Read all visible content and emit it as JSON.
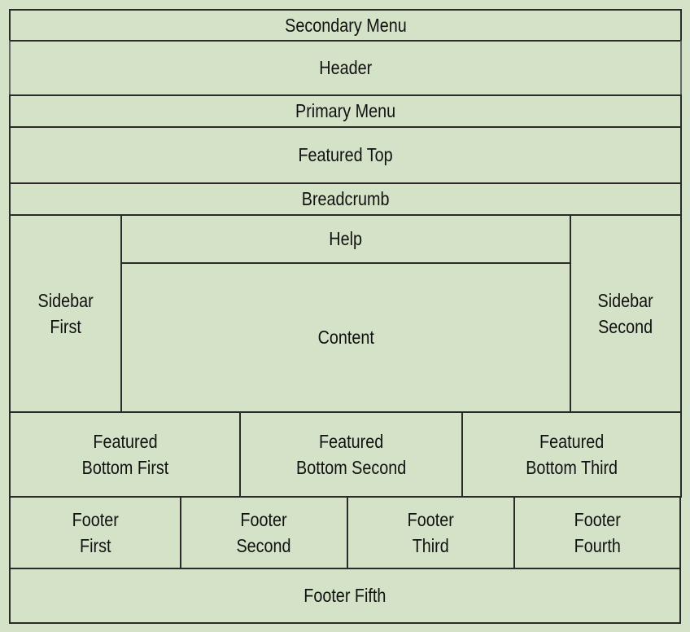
{
  "diagram": {
    "background_color": "#d4e3c7",
    "border_color": "#2a2a2a",
    "regions": {
      "secondary_menu": "Secondary Menu",
      "header": "Header",
      "primary_menu": "Primary Menu",
      "featured_top": "Featured Top",
      "breadcrumb": "Breadcrumb",
      "sidebar_first": "Sidebar\nFirst",
      "help": "Help",
      "content": "Content",
      "sidebar_second": "Sidebar\nSecond",
      "featured_bottom_first": "Featured\nBottom First",
      "featured_bottom_second": "Featured\nBottom Second",
      "featured_bottom_third": "Featured\nBottom Third",
      "footer_first": "Footer\nFirst",
      "footer_second": "Footer\nSecond",
      "footer_third": "Footer\nThird",
      "footer_fourth": "Footer\nFourth",
      "footer_fifth": "Footer Fifth"
    }
  }
}
